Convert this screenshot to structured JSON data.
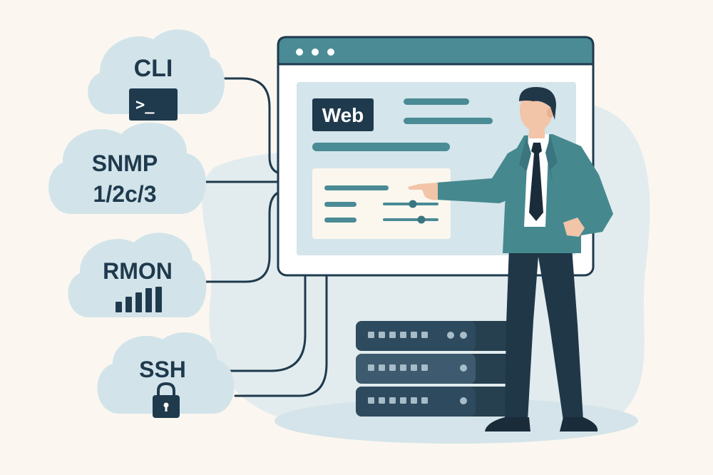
{
  "labels": {
    "cli": "CLI",
    "snmp_line1": "SNMP",
    "snmp_line2": "1/2c/3",
    "rmon": "RMON",
    "ssh": "SSH",
    "web": "Web",
    "terminal_prompt": ">_"
  },
  "colors": {
    "background": "#fbf7f0",
    "cloud": "#d2e4ea",
    "blob": "#e2ecee",
    "ink": "#1f3a4d",
    "teal": "#4a8b95",
    "teal_dark": "#3b7680",
    "panel": "#d4e5eb",
    "server_body": "#2e4a5e",
    "server_shade": "#26404f",
    "suit": "#45898f",
    "pants": "#203748",
    "skin": "#f2c4a8"
  },
  "icons": {
    "cli": "terminal-icon",
    "rmon": "bar-chart-icon",
    "ssh": "padlock-icon",
    "window": "browser-window-icon",
    "server": "server-rack-icon",
    "person": "presenter-person"
  }
}
